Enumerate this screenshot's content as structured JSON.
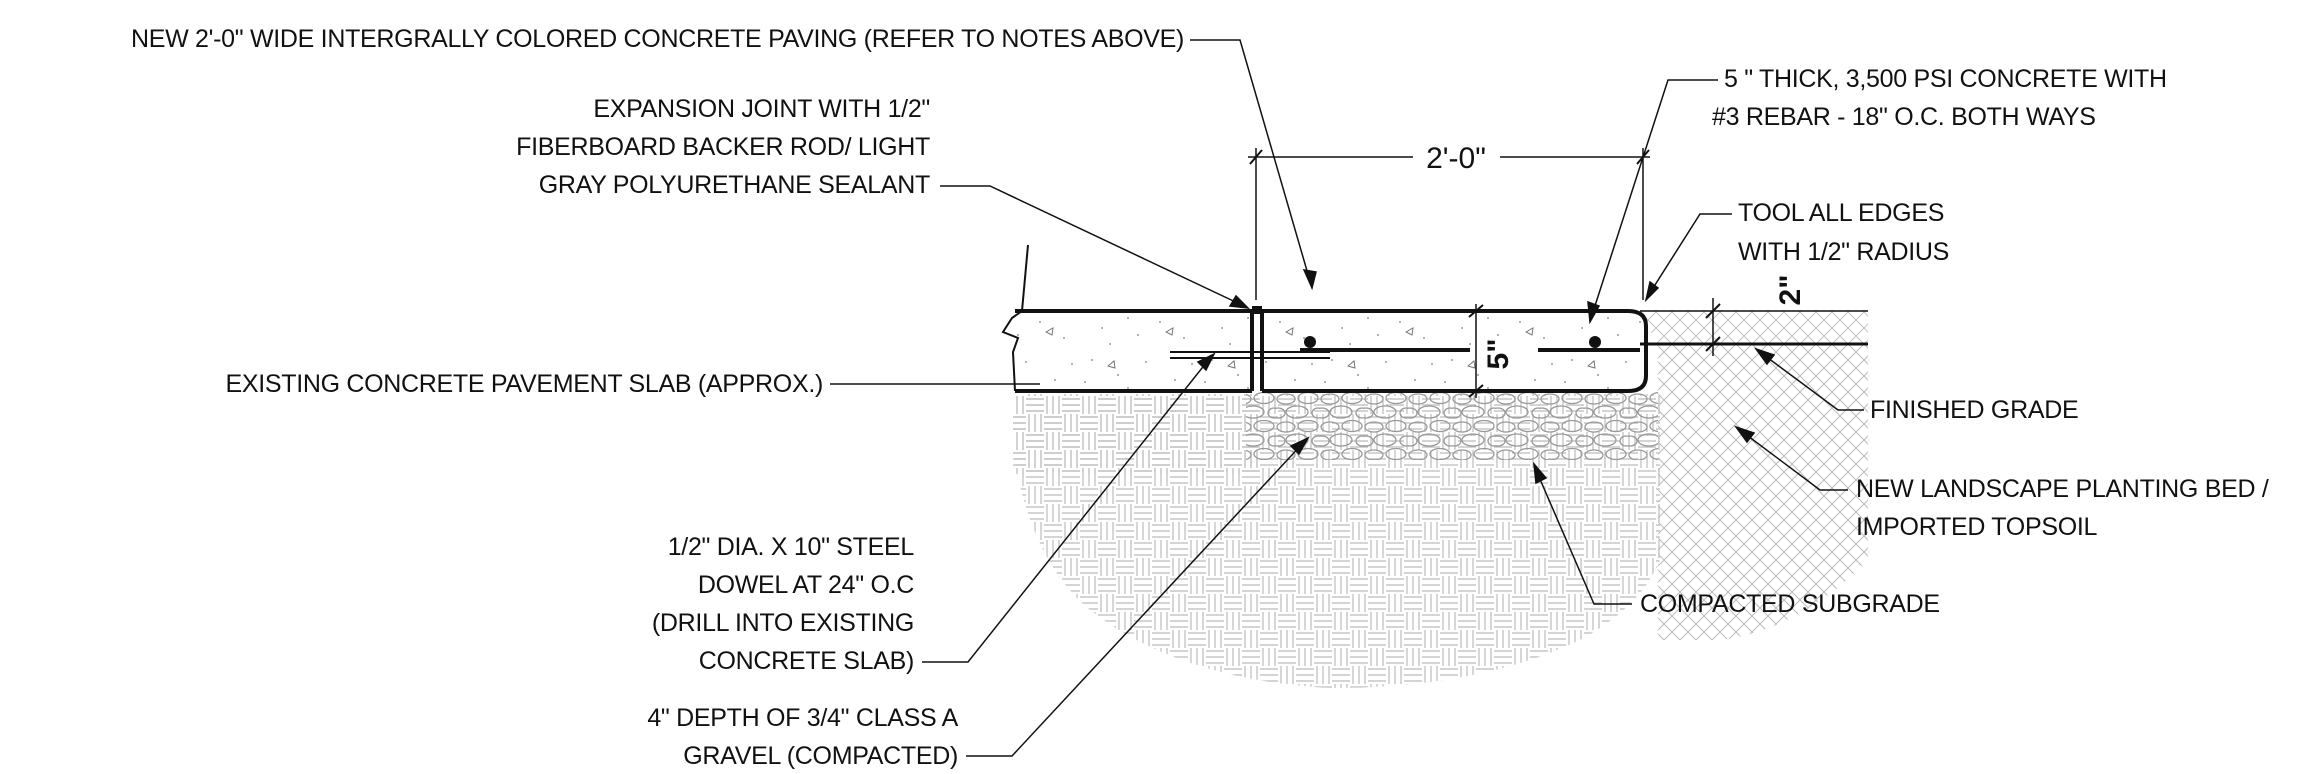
{
  "dimensions": {
    "width_label": "2'-0\"",
    "thickness_label": "5\"",
    "topsoil_depth_label": "2\""
  },
  "callouts": {
    "new_paving": "NEW 2'-0\" WIDE INTERGRALLY COLORED CONCRETE PAVING (REFER TO NOTES ABOVE)",
    "thick_concrete": [
      "5 \" THICK, 3,500 PSI CONCRETE WITH",
      "#3 REBAR - 18\" O.C. BOTH WAYS"
    ],
    "expansion_joint": [
      "EXPANSION JOINT WITH 1/2\"",
      "FIBERBOARD BACKER ROD/  LIGHT",
      "GRAY POLYURETHANE SEALANT"
    ],
    "tool_edges": [
      "TOOL ALL EDGES",
      "WITH 1/2\" RADIUS"
    ],
    "existing_slab": "EXISTING CONCRETE PAVEMENT SLAB (APPROX.)",
    "finished_grade": "FINISHED GRADE",
    "planting_bed": [
      "NEW LANDSCAPE PLANTING BED /",
      "IMPORTED TOPSOIL"
    ],
    "compacted_subgrade": "COMPACTED SUBGRADE",
    "dowel": [
      "1/2\" DIA. X 10\" STEEL",
      "DOWEL AT 24\" O.C",
      "(DRILL INTO EXISTING",
      "CONCRETE SLAB)"
    ],
    "gravel": [
      "4\" DEPTH OF 3/4\" CLASS A",
      "GRAVEL (COMPACTED)"
    ]
  }
}
